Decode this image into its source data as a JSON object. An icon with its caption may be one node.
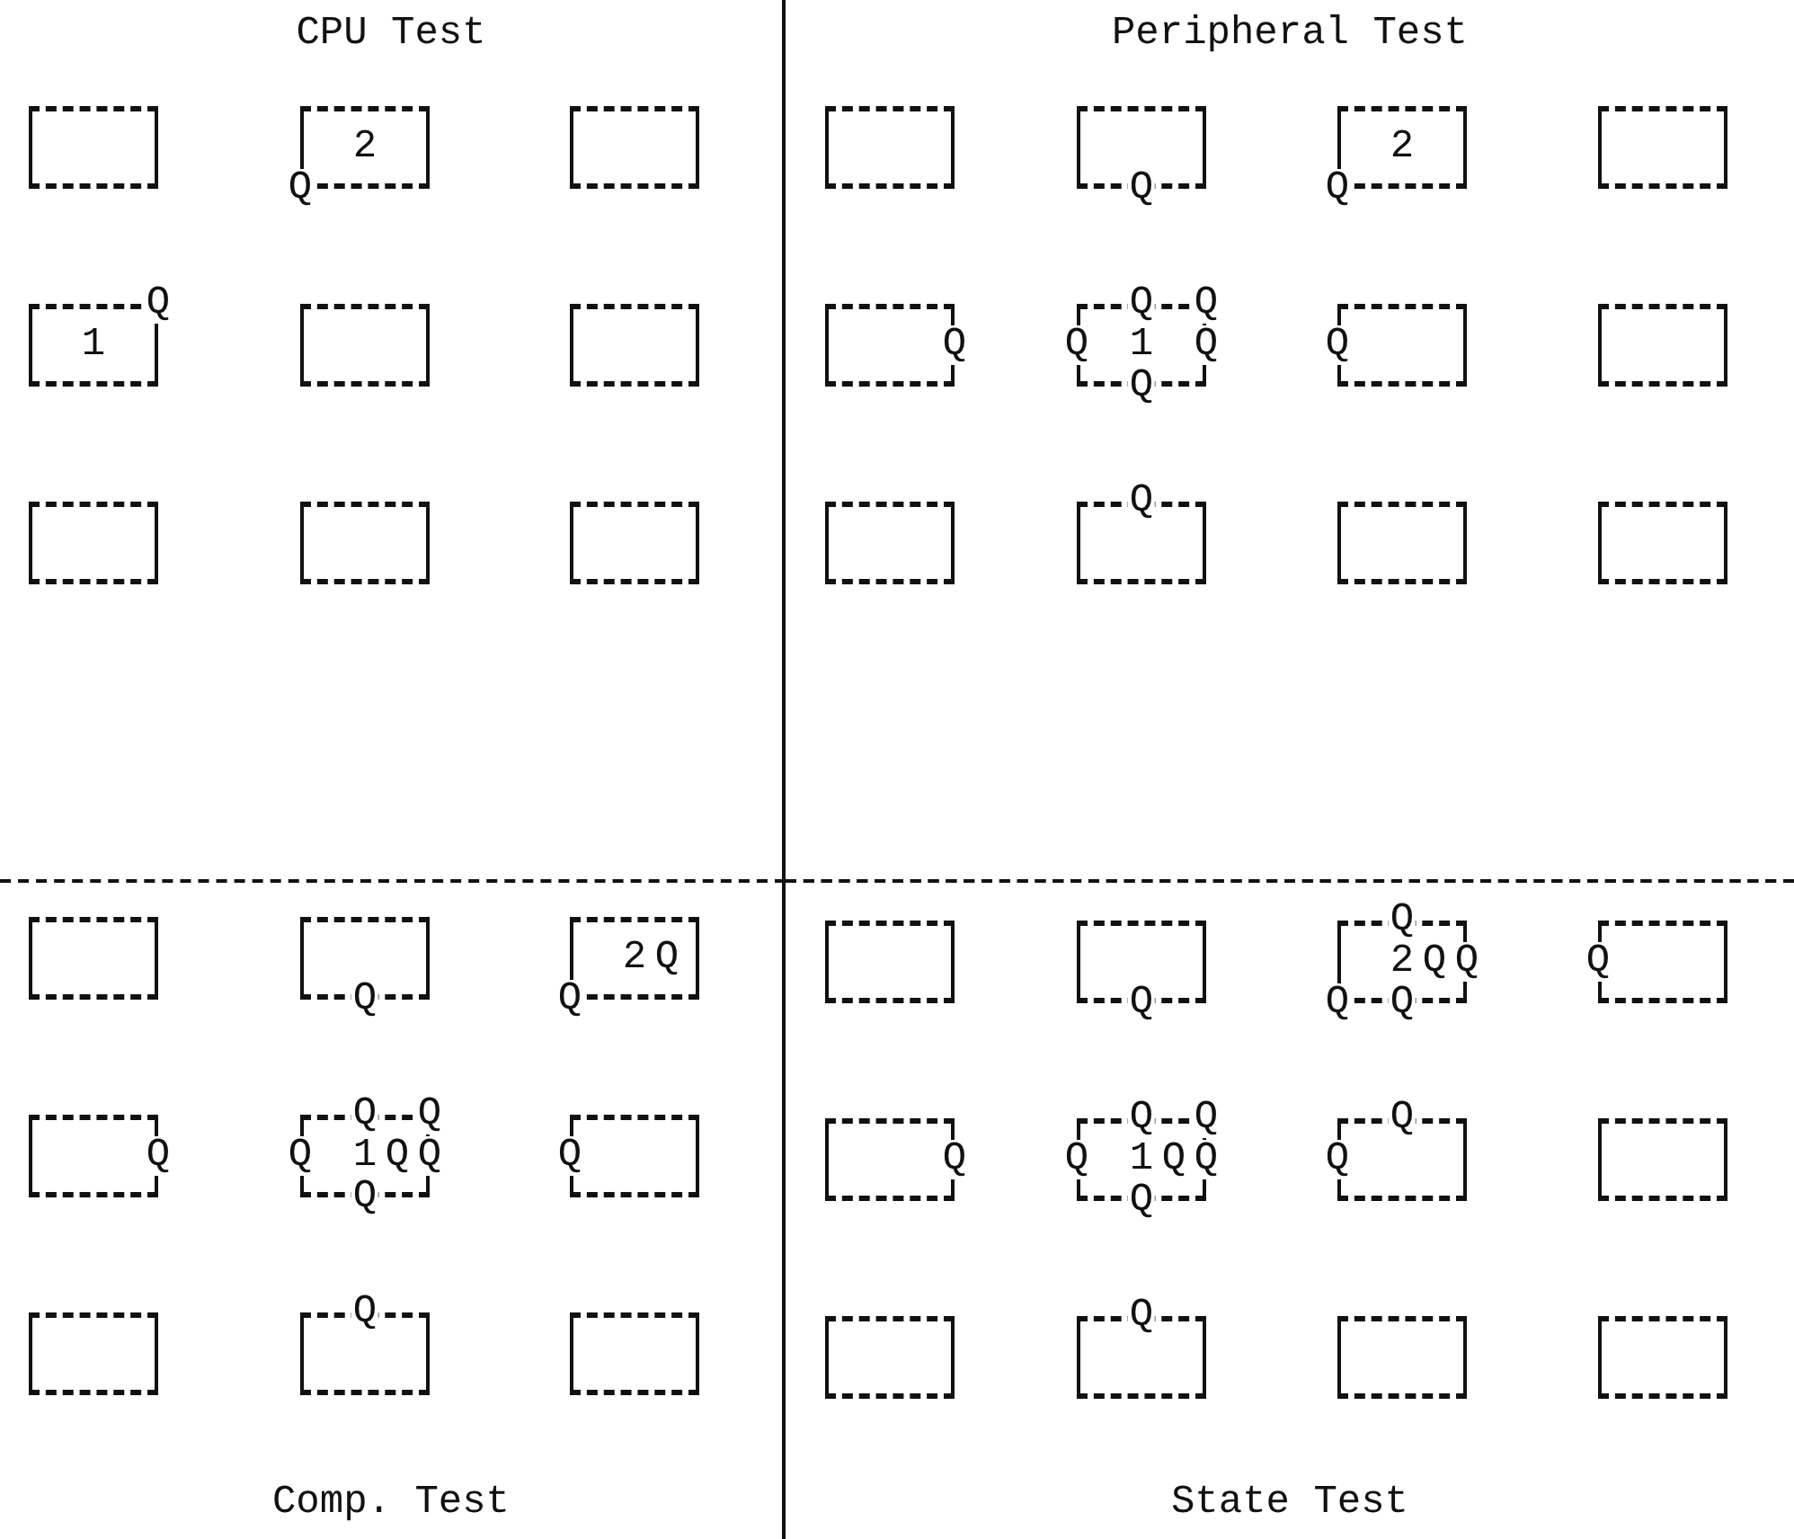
{
  "diagram": {
    "nodes": [
      {
        "text": [
          "CPU Test"
        ]
      },
      {
        "text": [],
        "shape": "box",
        "in": 0
      },
      {
        "text": [
          "2"
        ],
        "in": 0
      },
      {
        "text": [],
        "shape": "box",
        "in": 0
      },
      {
        "text": [
          "1"
        ],
        "in": 0
      },
      {
        "text": [],
        "shape": "box",
        "in": 0
      },
      {
        "text": [],
        "shape": "box",
        "in": 0
      },
      {
        "text": [],
        "shape": "box",
        "in": 0
      },
      {
        "text": [],
        "shape": "box",
        "in": 0
      },
      {
        "text": [],
        "shape": "box",
        "in": 0
      },
      {
        "text": [
          "Peripheral Test"
        ]
      },
      {
        "text": [],
        "shape": "box",
        "in": 10
      },
      {
        "text": [],
        "shape": "box",
        "in": 10
      },
      {
        "text": [
          "2"
        ],
        "in": 10
      },
      {
        "text": [],
        "shape": "box",
        "in": 10
      },
      {
        "text": [],
        "shape": "box",
        "in": 10
      },
      {
        "text": [
          "1"
        ],
        "in": 10
      },
      {
        "text": [],
        "shape": "box",
        "in": 10
      },
      {
        "text": [],
        "shape": "box",
        "in": 10
      },
      {
        "text": [],
        "shape": "box",
        "in": 10
      },
      {
        "text": [],
        "shape": "box",
        "in": 10
      },
      {
        "text": [],
        "shape": "box",
        "in": 10
      },
      {
        "text": [],
        "shape": "box",
        "in": 10
      },
      {
        "text": [
          "Comp. Test"
        ]
      },
      {
        "text": [],
        "shape": "box",
        "in": 23
      },
      {
        "text": [],
        "shape": "box",
        "in": 23
      },
      {
        "text": [
          "2"
        ],
        "in": 23
      },
      {
        "text": [],
        "shape": "box",
        "in": 23
      },
      {
        "text": [
          "1"
        ],
        "in": 23
      },
      {
        "text": [],
        "shape": "box",
        "in": 23
      },
      {
        "text": [],
        "shape": "box",
        "in": 23
      },
      {
        "text": [],
        "shape": "box",
        "in": 23
      },
      {
        "text": [],
        "shape": "box",
        "in": 23
      },
      {
        "text": [
          "State Test"
        ]
      },
      {
        "text": [],
        "shape": "box",
        "in": 33
      },
      {
        "text": [],
        "shape": "box",
        "in": 33
      },
      {
        "text": [
          "2"
        ],
        "in": 33
      },
      {
        "text": [],
        "shape": "box",
        "in": 33
      },
      {
        "text": [],
        "shape": "box",
        "in": 33
      },
      {
        "text": [
          "1"
        ],
        "in": 33
      },
      {
        "text": [],
        "shape": "box",
        "in": 33
      },
      {
        "text": [],
        "shape": "box",
        "in": 33
      },
      {
        "text": [],
        "shape": "box",
        "in": 33
      },
      {
        "text": [],
        "shape": "box",
        "in": 33
      },
      {
        "text": [],
        "shape": "box",
        "in": 33
      },
      {
        "text": [],
        "shape": "box",
        "in": 33
      }
    ],
    "labels": [
      "Q",
      "Q",
      "Q",
      "Q",
      "Q",
      "Q",
      "Q",
      "Q",
      "Q",
      "Q",
      "Q",
      "Q",
      "Q",
      "Q",
      "Q",
      "Q",
      "Q",
      "Q",
      "Q",
      "Q",
      "Q",
      "Q",
      "Q",
      "Q",
      "Q",
      "Q",
      "Q",
      "Q",
      "Q",
      "Q",
      "Q",
      "Q",
      "Q",
      "Q",
      "Q",
      "Q",
      "Q",
      "Q",
      "Q",
      "Q",
      "Q"
    ]
  }
}
